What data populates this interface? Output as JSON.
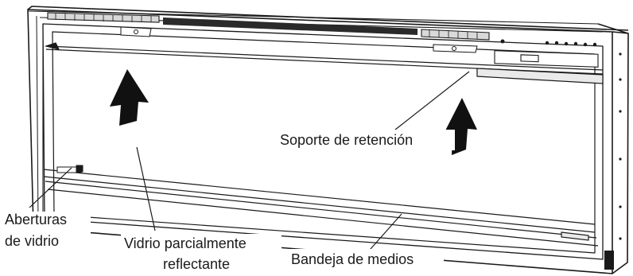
{
  "labels": {
    "retention_bracket": "Soporte de retención",
    "glass_openings_line1": "Aberturas",
    "glass_openings_line2": "de vidrio",
    "glass_line1": "Vidrio parcialmente",
    "glass_line2": "reflectante",
    "media_tray": "Bandeja de medios"
  },
  "colors": {
    "line": "#1a1a1a",
    "arrow": "#111111",
    "background": "#ffffff"
  },
  "icons": {
    "arrow_left": "up-arrow-icon",
    "arrow_right": "up-arrow-icon"
  }
}
